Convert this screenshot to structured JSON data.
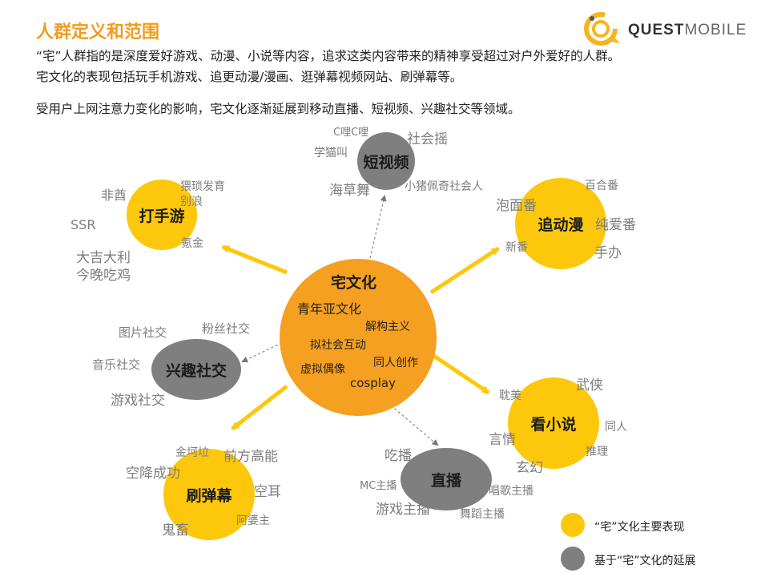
{
  "header": {
    "title": "人群定义和范围",
    "logo_quest": "QUEST",
    "logo_mobile": "MOBILE"
  },
  "intro": {
    "line1": "“宅”人群指的是深度爱好游戏、动漫、小说等内容，追求这类内容带来的精神享受超过对户外爱好的人群。",
    "line2": "宅文化的表现包括玩手机游戏、追更动漫/漫画、逛弹幕视频网站、刷弹幕等。",
    "line3": "受用户上网注意力变化的影响，宅文化逐渐延展到移动直播、短视频、兴趣社交等领域。"
  },
  "center": {
    "title": "宅文化",
    "tags": [
      "青年亚文化",
      "解构主义",
      "拟社会互动",
      "同人创作",
      "虚拟偶像",
      "cosplay"
    ]
  },
  "nodes": {
    "games": {
      "label": "打手游",
      "tags": [
        "非酋",
        "猥琐发育",
        "别浪",
        "SSR",
        "氪金",
        "大吉大利",
        "今晚吃鸡"
      ]
    },
    "anime": {
      "label": "追动漫",
      "tags": [
        "百合番",
        "泡面番",
        "纯爱番",
        "新番",
        "手办"
      ]
    },
    "novel": {
      "label": "看小说",
      "tags": [
        "武侠",
        "耽美",
        "同人",
        "言情",
        "推理",
        "玄幻"
      ]
    },
    "danmu": {
      "label": "刷弹幕",
      "tags": [
        "金坷垃",
        "前方高能",
        "空降成功",
        "空耳",
        "阿婆主",
        "鬼畜"
      ]
    },
    "live": {
      "label": "直播",
      "tags": [
        "吃播",
        "MC主播",
        "唱歌主播",
        "游戏主播",
        "舞蹈主播"
      ]
    },
    "social": {
      "label": "兴趣社交",
      "tags": [
        "图片社交",
        "粉丝社交",
        "音乐社交",
        "游戏社交"
      ]
    },
    "video": {
      "label": "短视频",
      "tags": [
        "C哩C哩",
        "社会摇",
        "学猫叫",
        "海草舞",
        "小猪佩奇社会人"
      ]
    }
  },
  "legend": {
    "main": "“宅”文化主要表现",
    "extension": "基于“宅”文化的延展"
  },
  "colors": {
    "title": "#f29c1f",
    "yellow": "#fdc80c",
    "grey": "#7f7f7f",
    "orange": "#f5a020"
  }
}
